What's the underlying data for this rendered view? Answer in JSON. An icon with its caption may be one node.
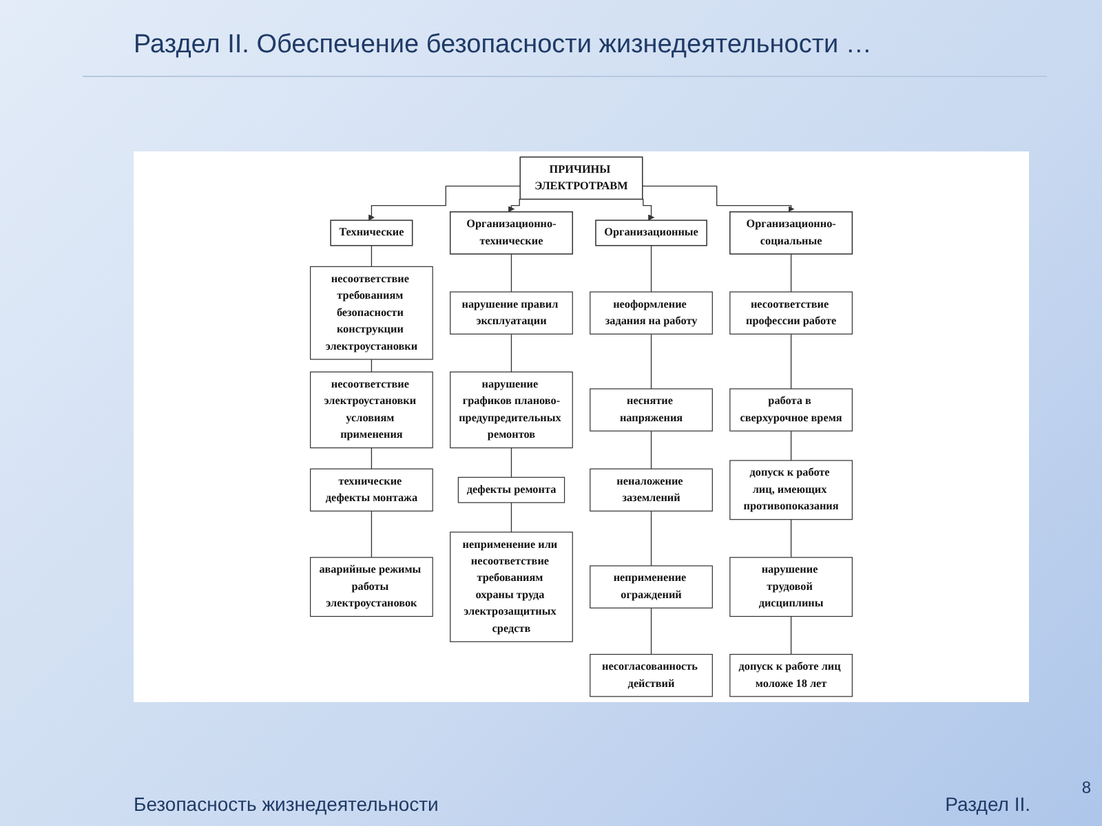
{
  "diagram": {
    "title": "Раздел II. Обеспечение безопасности жизнедеятельности …",
    "nodes": [
      {
        "text": [
          "ПРИЧИНЫ ЭЛЕКТРОТРАВМ"
        ]
      },
      {
        "text": [
          "Технические"
        ]
      },
      {
        "text": [
          "Организационно-технические"
        ]
      },
      {
        "text": [
          "Организационные"
        ]
      },
      {
        "text": [
          "Организационно-социальные"
        ]
      },
      {
        "text": [
          "несоответствие требованиям безопасности конструкции электроустановки"
        ]
      },
      {
        "text": [
          "несоответствие электроустановки условиям применения"
        ]
      },
      {
        "text": [
          "технические дефекты монтажа"
        ]
      },
      {
        "text": [
          "аварийные режимы работы электроустановок"
        ]
      },
      {
        "text": [
          "нарушение правил эксплуатации"
        ]
      },
      {
        "text": [
          "нарушение графиков планово-предупредительных ремонтов"
        ]
      },
      {
        "text": [
          "дефекты ремонта"
        ]
      },
      {
        "text": [
          "неприменение или несоответствие требованиям охраны труда электрозащитных средств"
        ]
      },
      {
        "text": [
          "неоформление задания на работу"
        ]
      },
      {
        "text": [
          "неснятие напряжения"
        ]
      },
      {
        "text": [
          "неналожение заземлений"
        ]
      },
      {
        "text": [
          "неприменение ограждений"
        ]
      },
      {
        "text": [
          "несогласованность действий"
        ]
      },
      {
        "text": [
          "несоответствие профессии работе"
        ]
      },
      {
        "text": [
          "работа в сверхурочное время"
        ]
      },
      {
        "text": [
          "допуск к работе лиц, имеющих противопоказания"
        ]
      },
      {
        "text": [
          "нарушение трудовой дисциплины"
        ]
      },
      {
        "text": [
          "допуск к работе лиц моложе 18 лет"
        ]
      }
    ],
    "edges": [
      {
        "from": 0,
        "to": 1,
        "arrow": "to"
      },
      {
        "from": 0,
        "to": 2,
        "arrow": "to"
      },
      {
        "from": 0,
        "to": 3,
        "arrow": "to"
      },
      {
        "from": 0,
        "to": 4,
        "arrow": "to"
      },
      {
        "from": 1,
        "to": 5,
        "arrow": "none"
      },
      {
        "from": 5,
        "to": 6,
        "arrow": "none"
      },
      {
        "from": 6,
        "to": 7,
        "arrow": "none"
      },
      {
        "from": 7,
        "to": 8,
        "arrow": "none"
      },
      {
        "from": 2,
        "to": 9,
        "arrow": "none"
      },
      {
        "from": 9,
        "to": 10,
        "arrow": "none"
      },
      {
        "from": 10,
        "to": 11,
        "arrow": "none"
      },
      {
        "from": 11,
        "to": 12,
        "arrow": "none"
      },
      {
        "from": 3,
        "to": 13,
        "arrow": "none"
      },
      {
        "from": 13,
        "to": 14,
        "arrow": "none"
      },
      {
        "from": 14,
        "to": 15,
        "arrow": "none"
      },
      {
        "from": 15,
        "to": 16,
        "arrow": "none"
      },
      {
        "from": 16,
        "to": 17,
        "arrow": "none"
      },
      {
        "from": 4,
        "to": 18,
        "arrow": "none"
      },
      {
        "from": 18,
        "to": 19,
        "arrow": "none"
      },
      {
        "from": 19,
        "to": 20,
        "arrow": "none"
      },
      {
        "from": 20,
        "to": 21,
        "arrow": "none"
      },
      {
        "from": 21,
        "to": 22,
        "arrow": "none"
      }
    ],
    "labels": [
      "Безопасность жизнедеятельности",
      "Раздел II.",
      "8"
    ]
  }
}
